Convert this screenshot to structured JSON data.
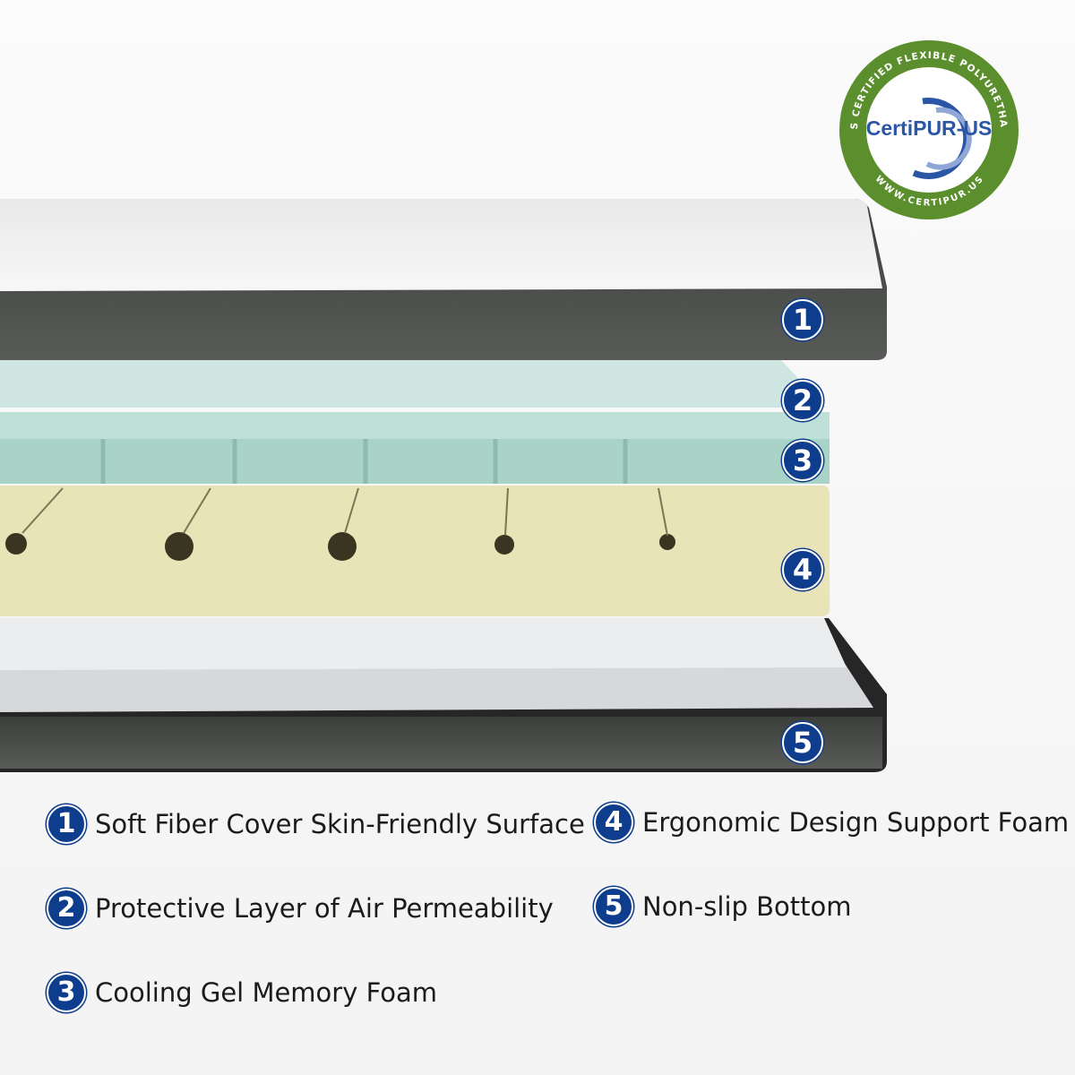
{
  "seal": {
    "brand": "CertiPUR-US",
    "ring_top": "CONTAINS CERTIFIED FLEXIBLE POLYURETHANE FOAM",
    "ring_bottom": "WWW.CERTIPUR.US",
    "colors": {
      "ring": "#5b8f2e",
      "brand": "#2a56a5"
    }
  },
  "layer_badges": [
    "1",
    "2",
    "3",
    "4",
    "5"
  ],
  "legend": [
    {
      "num": "1",
      "label": "Soft Fiber Cover Skin-Friendly Surface"
    },
    {
      "num": "2",
      "label": "Protective Layer of Air Permeability"
    },
    {
      "num": "3",
      "label": "Cooling Gel Memory Foam"
    },
    {
      "num": "4",
      "label": "Ergonomic Design Support Foam"
    },
    {
      "num": "5",
      "label": "Non-slip Bottom"
    }
  ],
  "colors": {
    "badge": "#0d3d8c",
    "cover": "#4a4c4a",
    "gel": "#a9d3c6",
    "support": "#e9e3b8"
  }
}
